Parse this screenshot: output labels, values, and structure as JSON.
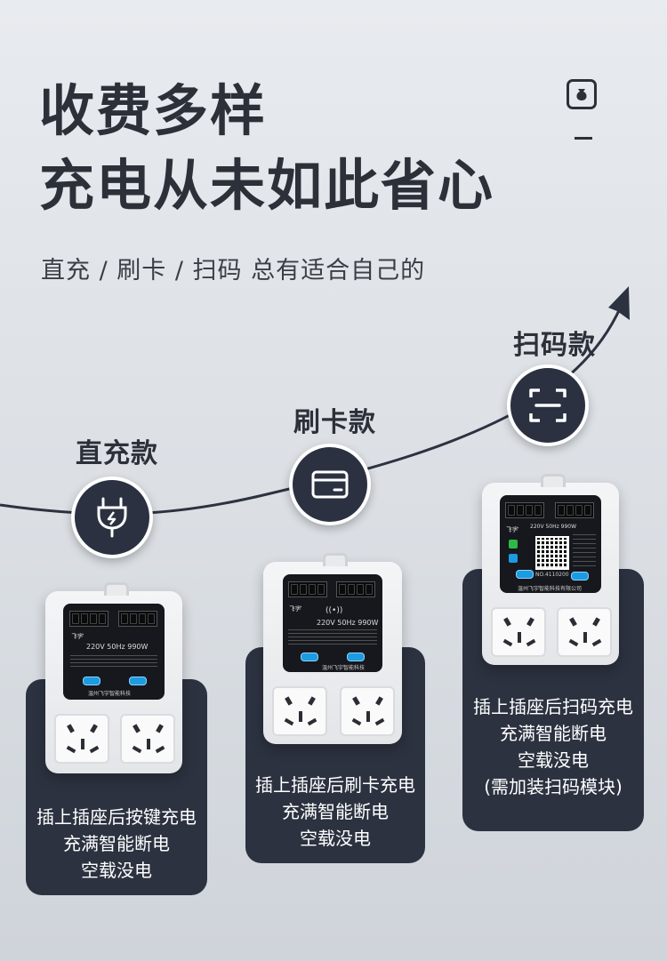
{
  "headline": {
    "line1": "收费多样",
    "line2": "充电从未如此省心",
    "subtitle": "直充 / 刷卡 / 扫码 总有适合自己的"
  },
  "categories": [
    {
      "label": "直充款",
      "icon": "plug-icon",
      "lines": [
        "插上插座后按键充电",
        "充满智能断电",
        "空载没电"
      ],
      "device": {
        "spec": "220V 50Hz 990W",
        "maker": "温州飞宇智能科技",
        "brand": "飞宇"
      }
    },
    {
      "label": "刷卡款",
      "icon": "card-icon",
      "lines": [
        "插上插座后刷卡充电",
        "充满智能断电",
        "空载没电"
      ],
      "device": {
        "spec": "220V 50Hz 990W",
        "maker": "温州飞宇智能科技",
        "brand": "飞宇"
      }
    },
    {
      "label": "扫码款",
      "icon": "scan-icon",
      "lines": [
        "插上插座后扫码充电",
        "充满智能断电",
        "空载没电",
        "(需加装扫码模块)"
      ],
      "device": {
        "spec": "220V 50Hz 990W",
        "maker": "温州飞宇智能科技有限公司",
        "brand": "飞宇",
        "code": "NO.4110200"
      }
    }
  ],
  "colors": {
    "dark": "#2c3240",
    "accent": "#1b9be0",
    "background": "#e0e4e8"
  }
}
